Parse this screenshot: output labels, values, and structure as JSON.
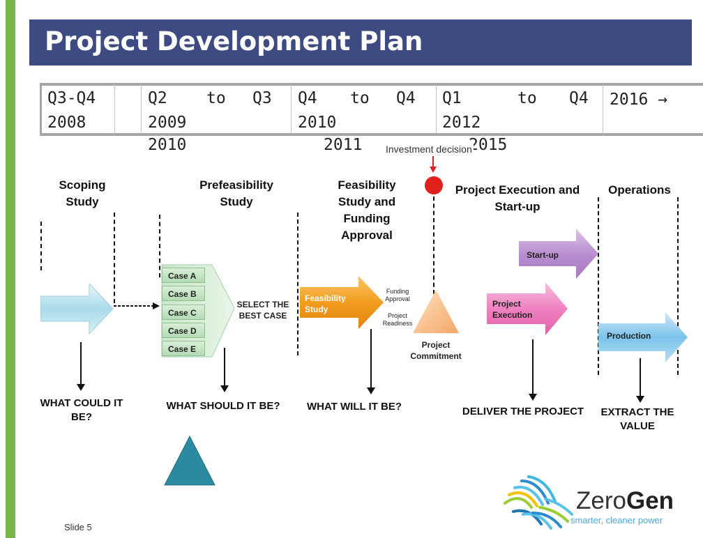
{
  "slide": {
    "title": "Project Development Plan",
    "slide_number": "Slide 5"
  },
  "timeline": [
    {
      "line1": "Q3-Q4",
      "line2": "2008",
      "line3": ""
    },
    {
      "line1": "Q2",
      "to": "to",
      "line1b": "Q3",
      "line2": "2009",
      "line3": "2010"
    },
    {
      "line1": "Q4",
      "to": "to",
      "line1b": "Q4",
      "line2": "2010",
      "line3": "2011"
    },
    {
      "line1": "Q1",
      "to": "to",
      "line1b": "Q4",
      "line2": "2012",
      "line3": "2015"
    },
    {
      "line1": "2016 →"
    }
  ],
  "investment_decision": "Investment decision",
  "phases": [
    {
      "title": "Scoping\nStudy",
      "question": "WHAT COULD IT\nBE?"
    },
    {
      "title": "Prefeasibility\nStudy",
      "question": "WHAT SHOULD IT BE?"
    },
    {
      "title": "Feasibility\nStudy and\nFunding\nApproval",
      "question": "WHAT WILL IT BE?"
    },
    {
      "title": "Project Execution and\nStart-up",
      "question": "DELIVER THE PROJECT"
    },
    {
      "title": "Operations",
      "question": "EXTRACT THE\nVALUE"
    }
  ],
  "cases": [
    "Case A",
    "Case B",
    "Case C",
    "Case D",
    "Case E"
  ],
  "select_best_case": "SELECT THE\nBEST CASE",
  "feasibility_arrow_label": "Feasibility\nStudy",
  "funding_approval": "Funding\nApproval",
  "project_readiness": "Project\nReadiness",
  "project_commitment": "Project\nCommitment",
  "startup_label": "Start-up",
  "project_execution_label": "Project\nExecution",
  "production_label": "Production",
  "logo": {
    "name_light": "Zero",
    "name_bold": "Gen",
    "tagline": "smarter, cleaner power"
  },
  "colors": {
    "title_bar": "#3e4a82",
    "left_accent": "#7ab648",
    "investment_marker": "#e0201b",
    "scoping_arrow": "#a9dbe9",
    "feasibility_arrow": "#f29d1f",
    "startup_arrow": "#b98fd0",
    "execution_arrow": "#ee82c0",
    "production_arrow": "#7cc3ea",
    "commitment_triangle": "#f9c493",
    "decorative_triangle": "#2b8aa0"
  }
}
